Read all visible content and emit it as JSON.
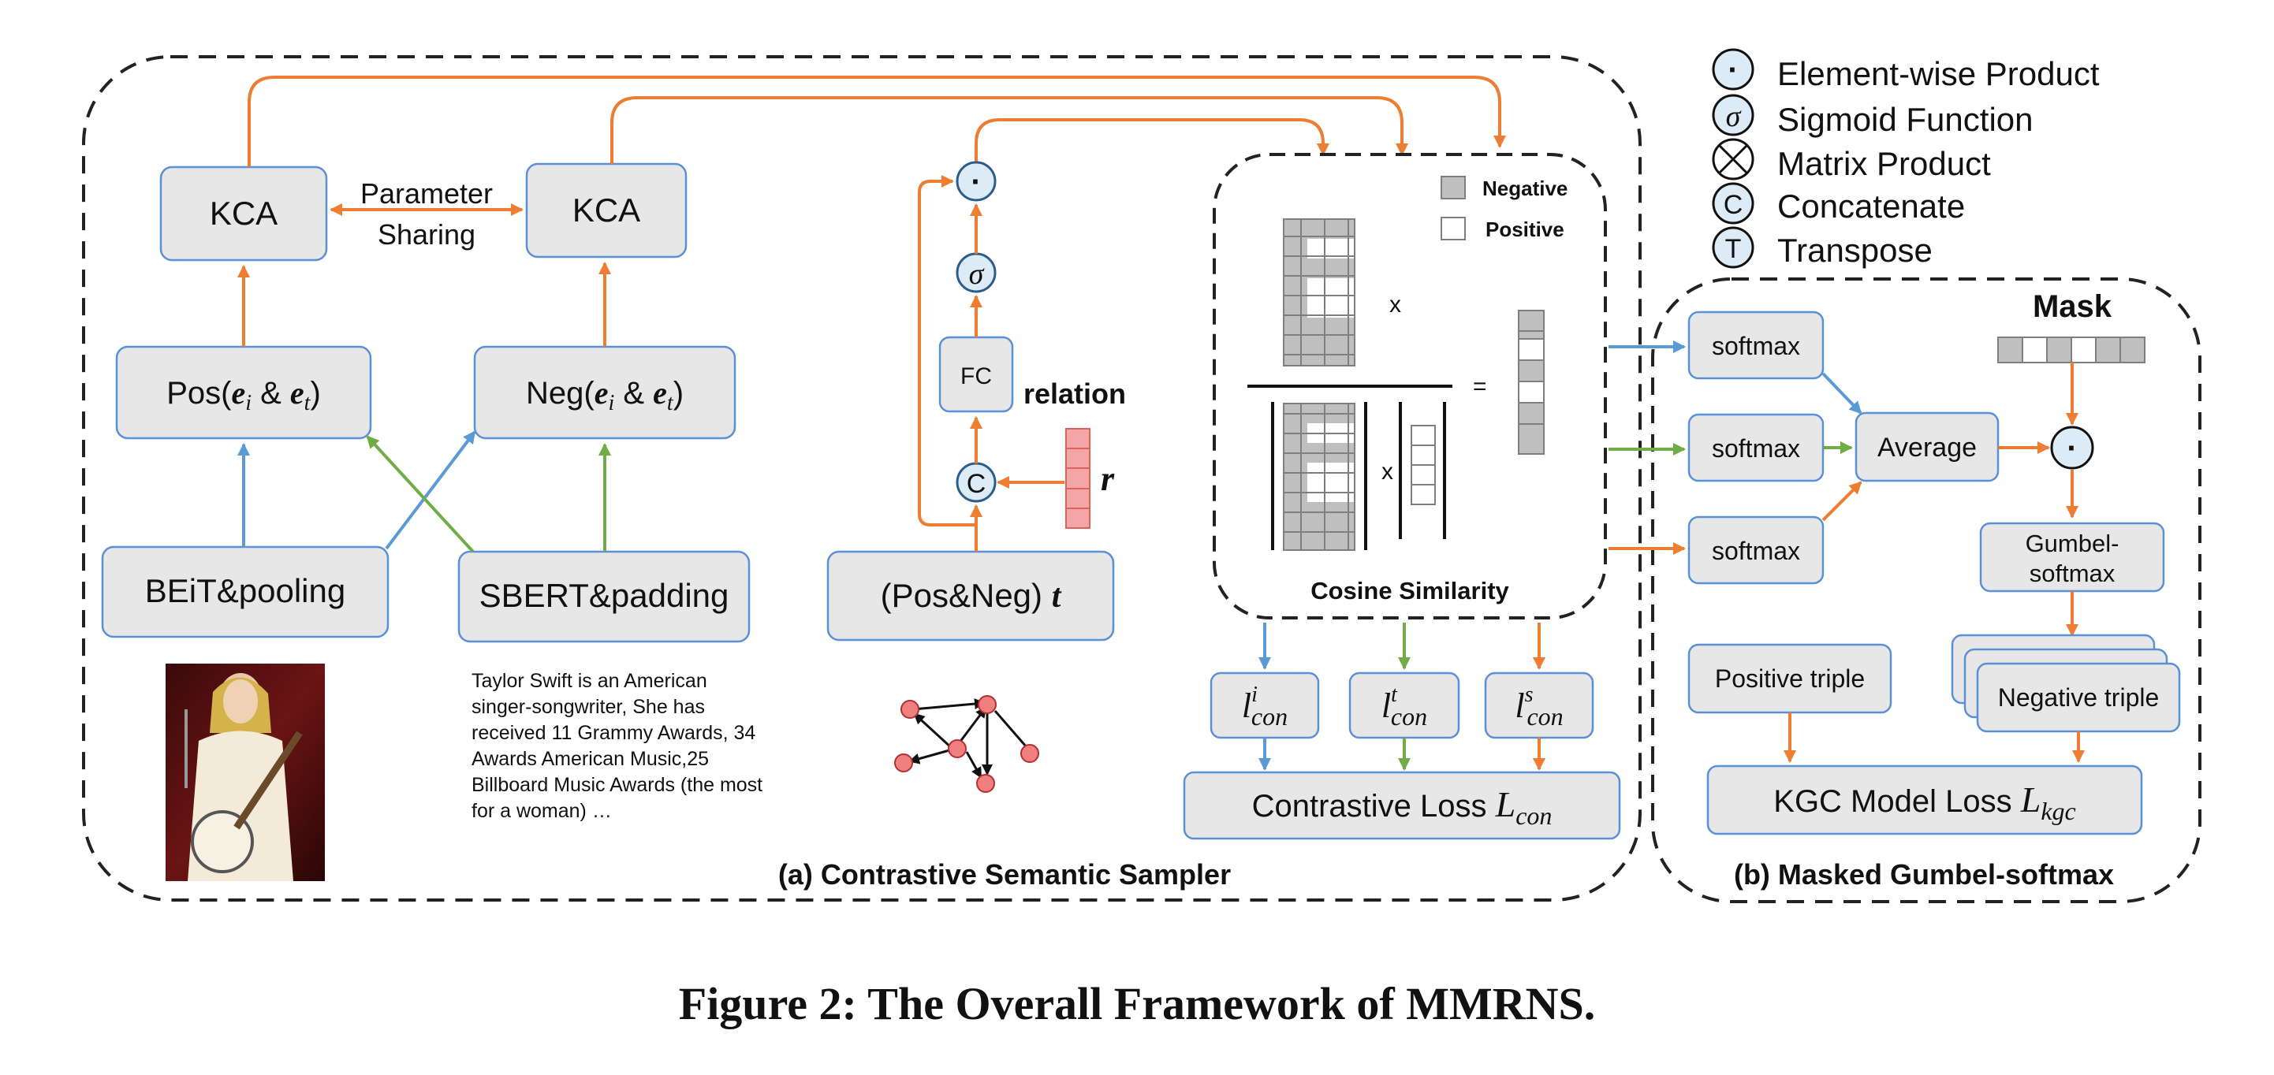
{
  "caption": "Figure 2: The Overall Framework of MMRNS.",
  "legend": [
    {
      "symbol": "·",
      "label": "Element-wise Product"
    },
    {
      "symbol": "σ",
      "label": "Sigmoid Function"
    },
    {
      "symbol": "⊗",
      "label": "Matrix Product"
    },
    {
      "symbol": "C",
      "label": "Concatenate"
    },
    {
      "symbol": "T",
      "label": "Transpose"
    }
  ],
  "panel_a": {
    "title": "(a) Contrastive Semantic Sampler",
    "kca_left": "KCA",
    "kca_right": "KCA",
    "param_sharing": [
      "Parameter",
      "Sharing"
    ],
    "pos_box": {
      "pre": "Pos(",
      "e1": "e",
      "s1": "i",
      "amp": " & ",
      "e2": "e",
      "s2": "t",
      "post": ")"
    },
    "neg_box": {
      "pre": "Neg(",
      "e1": "e",
      "s1": "i",
      "amp": " & ",
      "e2": "e",
      "s2": "t",
      "post": ")"
    },
    "beit": "BEiT&pooling",
    "sbert": "SBERT&padding",
    "posneg_t": {
      "text": "(Pos&Neg) ",
      "var": "t"
    },
    "fc": "FC",
    "relation": "relation",
    "r": "r",
    "dot": "·",
    "sigma": "σ",
    "concat": "C",
    "sample_text": "Taylor Swift is an American singer-songwriter, She has received 11 Grammy Awards, 34 Awards American Music,25 Billboard Music Awards (the most for a woman) …",
    "cosine": {
      "title": "Cosine Similarity",
      "legend_negative": "Negative",
      "legend_positive": "Positive",
      "times": "x",
      "equals": "="
    },
    "l_con": [
      {
        "base": "l",
        "sup": "i",
        "sub": "con"
      },
      {
        "base": "l",
        "sup": "t",
        "sub": "con"
      },
      {
        "base": "l",
        "sup": "s",
        "sub": "con"
      }
    ],
    "contrastive_loss": {
      "text": "Contrastive Loss ",
      "var": "L",
      "sub": "con"
    }
  },
  "panel_b": {
    "title": "(b) Masked Gumbel-softmax",
    "mask": "Mask",
    "softmax": [
      "softmax",
      "softmax",
      "softmax"
    ],
    "average": "Average",
    "dot": "·",
    "gumbel": [
      "Gumbel-",
      "softmax"
    ],
    "positive_triple": "Positive triple",
    "negative_triple": "Negative triple",
    "kgc_loss": {
      "text": "KGC Model Loss ",
      "var": "L",
      "sub": "kgc"
    }
  },
  "colors": {
    "orange": "#ed7d31",
    "blue": "#5b9bd5",
    "green": "#70ad47",
    "box_fill": "#e7e7e7",
    "box_border": "#5b8fd6",
    "circle_fill": "#ddebf7",
    "gray_cell": "#bfbfbf",
    "red_cell": "#f4a6a6",
    "node_red": "#f08080"
  }
}
